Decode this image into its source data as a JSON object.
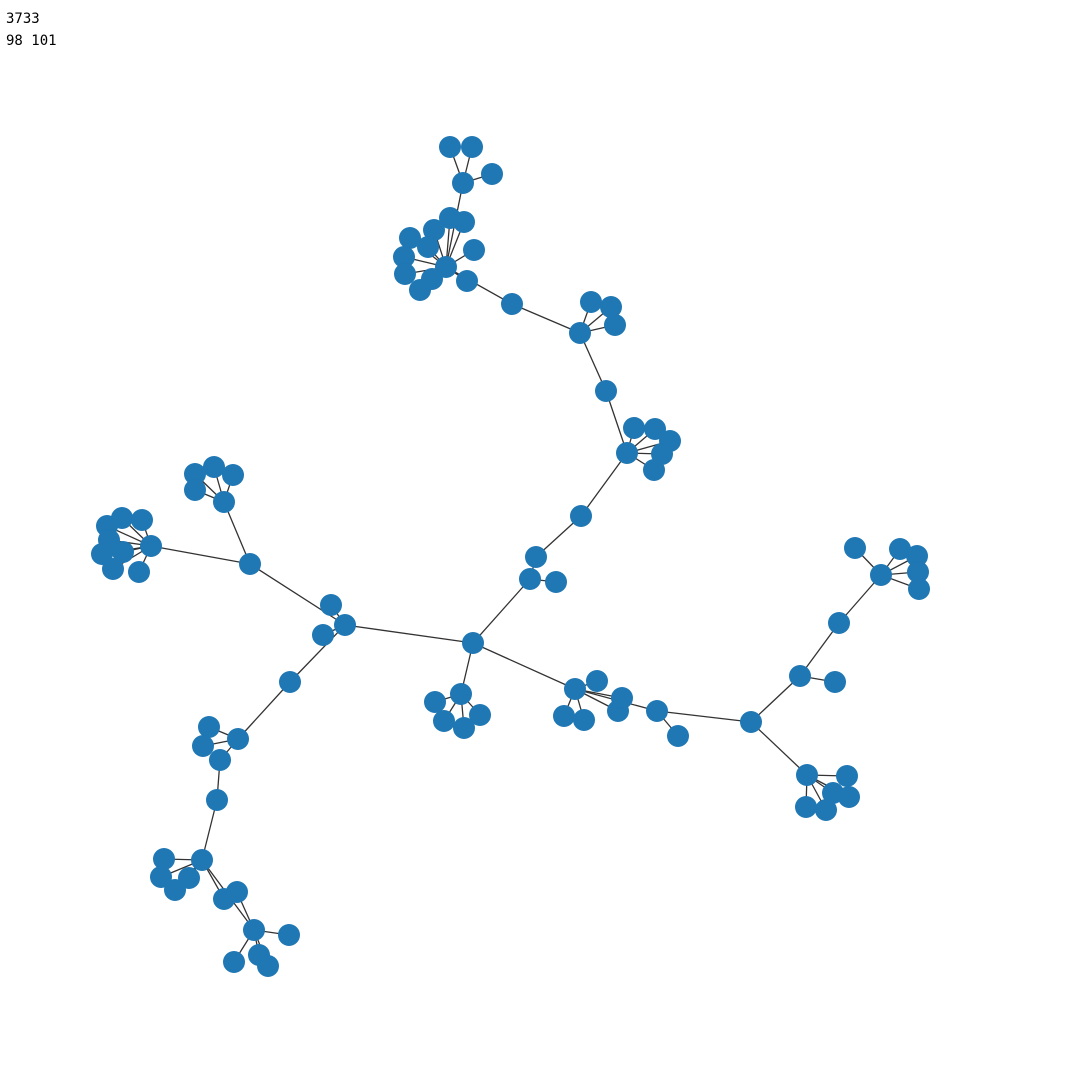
{
  "output": {
    "line1": "3733",
    "line2": "98 101"
  },
  "graph": {
    "node_color": "#1f77b4",
    "edge_color": "#333333",
    "node_count": 98,
    "edge_count": 101
  }
}
